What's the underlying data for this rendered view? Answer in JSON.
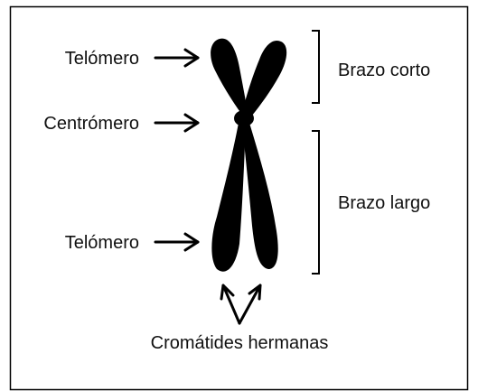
{
  "labels": {
    "telomere_top": "Telómero",
    "centromere": "Centrómero",
    "telomere_bottom": "Telómero",
    "short_arm": "Brazo corto",
    "long_arm": "Brazo largo",
    "sister_chromatids": "Cromátides hermanas"
  },
  "colors": {
    "ink": "#000000",
    "text": "#111111",
    "background": "#ffffff"
  }
}
